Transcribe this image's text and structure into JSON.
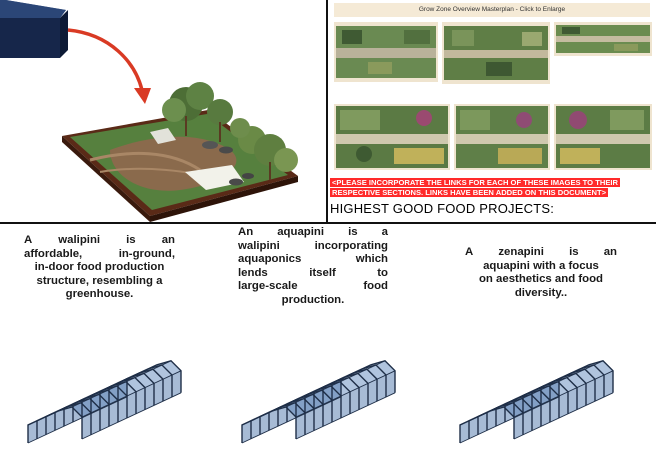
{
  "masterplan": {
    "title": "Grow Zone Overview Masterplan - Click to Enlarge",
    "note_lines": [
      "<PLEASE INCORPORATE THE LINKS FOR EACH OF THESE IMAGES TO THEIR",
      "RESPECTIVE SECTIONS. LINKS HAVE BEEN ADDED ON THIS DOCUMENT>"
    ],
    "heading": "HIGHEST GOOD FOOD PROJECTS:"
  },
  "structures": [
    {
      "name": "walipini",
      "lines": [
        [
          "A",
          "walipini",
          "is",
          "an"
        ],
        [
          "affordable,",
          "in-ground,"
        ],
        [
          "in-door food production"
        ],
        [
          "structure, resembling a"
        ],
        [
          "greenhouse."
        ]
      ]
    },
    {
      "name": "aquapini",
      "lines": [
        [
          "An",
          "aquapini",
          "is",
          "a"
        ],
        [
          "walipini",
          "incorporating"
        ],
        [
          "aquaponics",
          "which"
        ],
        [
          "lends",
          "itself",
          "to"
        ],
        [
          "large-scale",
          "food"
        ],
        [
          "production."
        ]
      ]
    },
    {
      "name": "zenapini",
      "lines": [
        [
          "A",
          "zenapini",
          "is",
          "an"
        ],
        [
          "aquapini with a focus"
        ],
        [
          "on aesthetics and food"
        ],
        [
          "diversity.."
        ]
      ]
    }
  ],
  "colors": {
    "accent_red": "#ff2a2a",
    "arrow_red": "#d93a24",
    "structure_blue": "#6c8fc0",
    "cube_navy": "#1c2f52",
    "ground_green": "#4f7a3a",
    "ground_border": "#5a2a17"
  }
}
